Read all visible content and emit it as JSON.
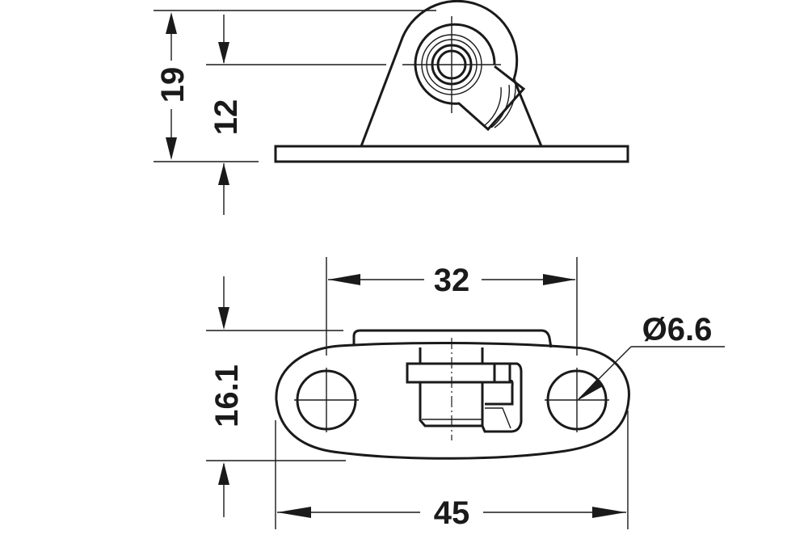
{
  "drawing": {
    "title": "Technical drawing - mounting bracket with swivel",
    "line_color": "#1a1a1a",
    "background": "#ffffff"
  },
  "side_view": {
    "dimensions": {
      "overall_height": "19",
      "pivot_height": "12"
    }
  },
  "top_view": {
    "dimensions": {
      "hole_spacing": "32",
      "overall_width": "16.1",
      "overall_length": "45",
      "hole_diameter": "Ø6.6"
    }
  }
}
